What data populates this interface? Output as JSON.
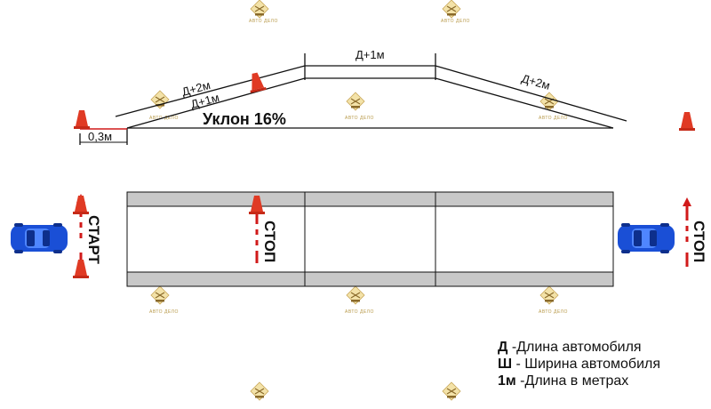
{
  "watermark": {
    "text": "АВТО ДЕЛО",
    "color": "#c9a85a"
  },
  "profile": {
    "dim_d2m": "Д+2м",
    "dim_d1m": "Д+1м",
    "dim_top": "Д+1м",
    "dim_right": "Д+2м",
    "slope_label": "Уклон 16%",
    "offset_label": "0,3м"
  },
  "plan": {
    "start_label": "СТАРТ",
    "stop_label_middle": "СТОП",
    "stop_label_right": "СТОП"
  },
  "legend": [
    {
      "key": "Д",
      "text": " -Длина автомобиля"
    },
    {
      "key": "Ш",
      "text": " - Ширина автомобиля"
    },
    {
      "key": "1м",
      "text": " -Длина в метрах"
    }
  ],
  "colors": {
    "car": "#1a4fd6",
    "cone": "#e03a24",
    "marker": "#d11a1a",
    "platform": "#c8c8c8"
  }
}
